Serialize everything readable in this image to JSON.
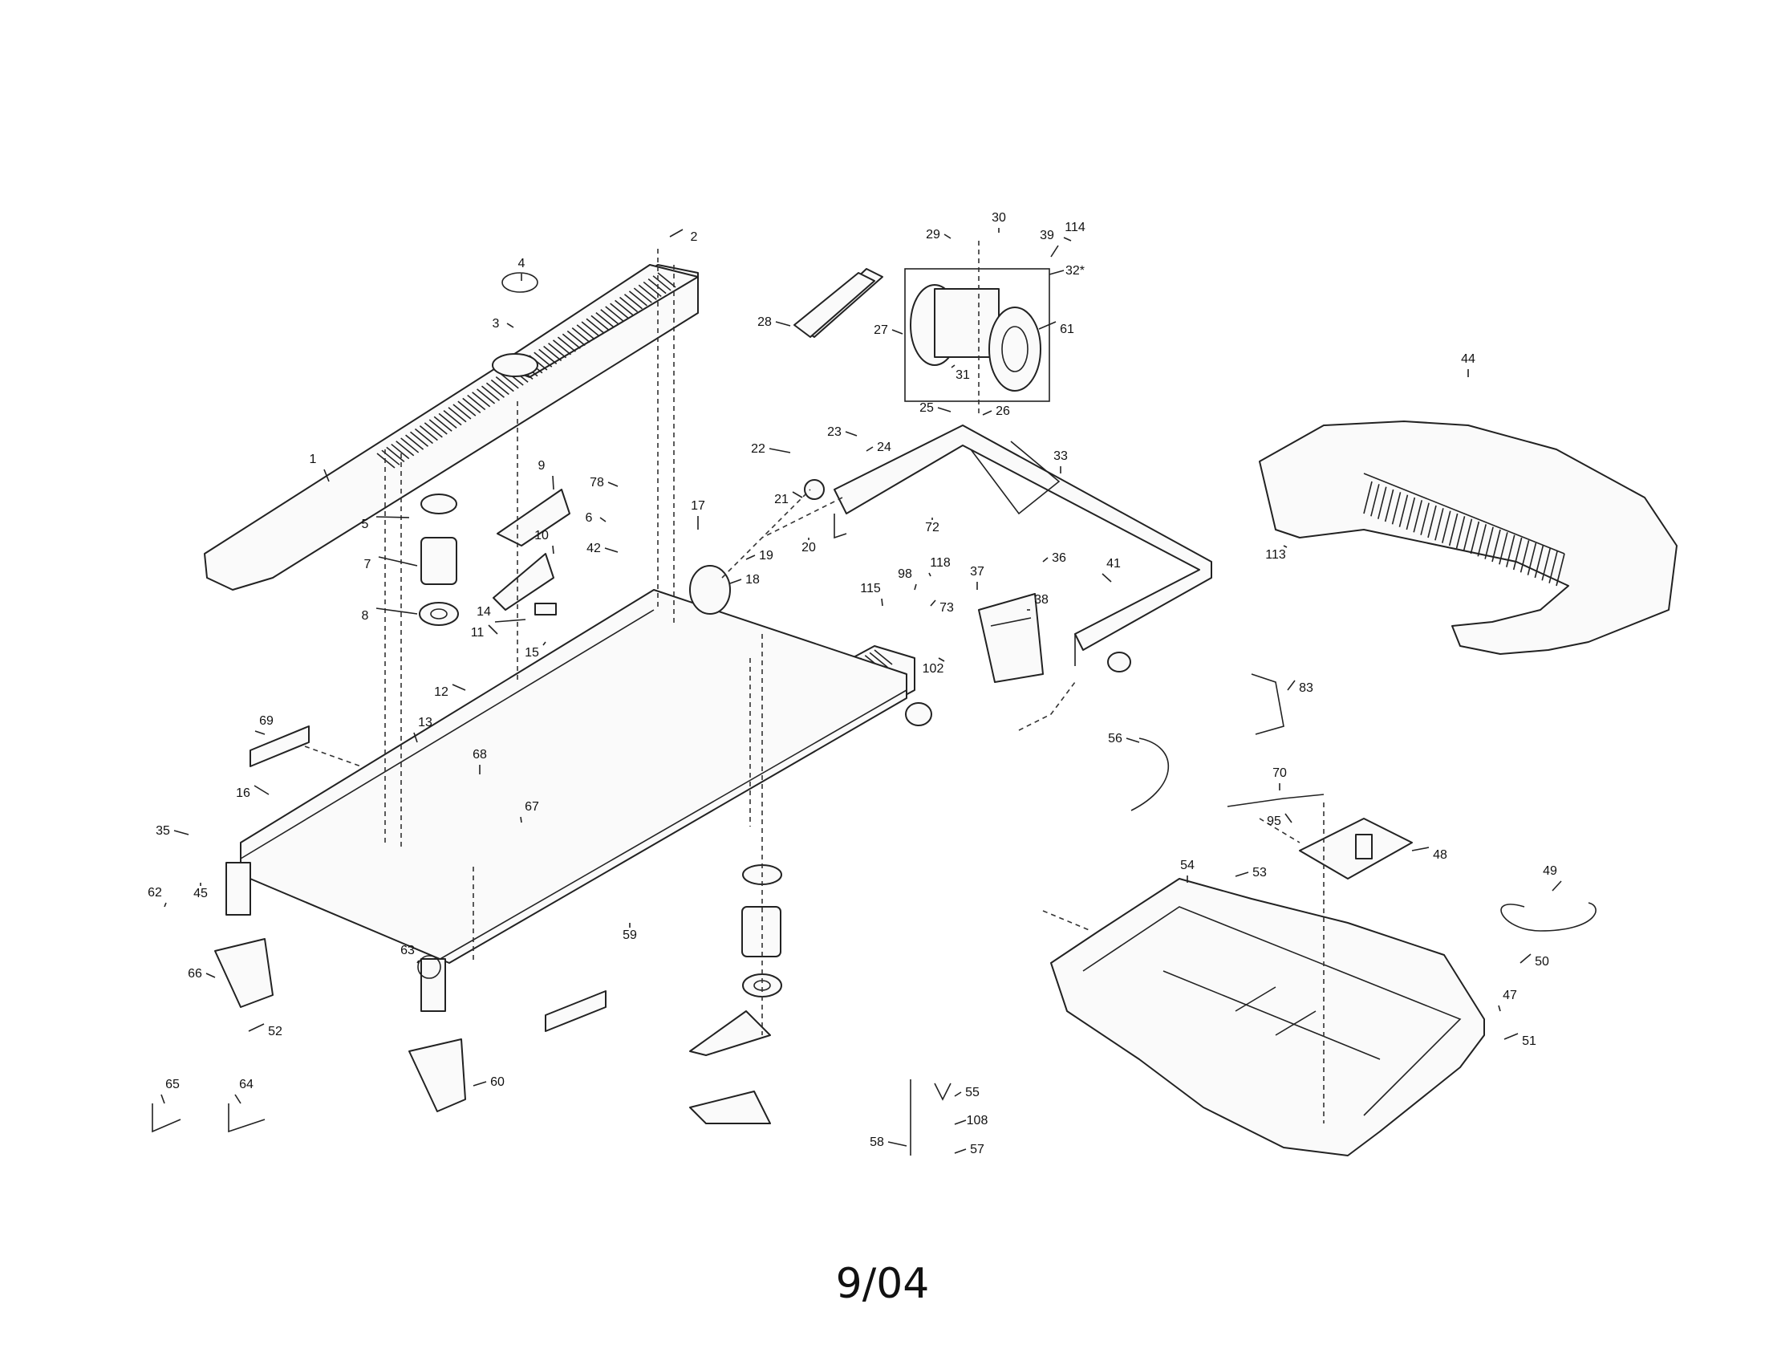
{
  "footer": {
    "date": "9/04"
  },
  "callouts": [
    "1",
    "2",
    "3",
    "4",
    "5",
    "6",
    "7",
    "8",
    "9",
    "10",
    "11",
    "12",
    "13",
    "14",
    "15",
    "16",
    "17",
    "18",
    "19",
    "20",
    "21",
    "22",
    "23",
    "24",
    "25",
    "26",
    "27",
    "28",
    "29",
    "30",
    "31",
    "32*",
    "33",
    "35",
    "36",
    "37",
    "38",
    "39",
    "41",
    "42",
    "44",
    "45",
    "47",
    "48",
    "49",
    "50",
    "51",
    "52",
    "53",
    "54",
    "55",
    "56",
    "57",
    "58",
    "59",
    "60",
    "61",
    "62",
    "63",
    "64",
    "65",
    "66",
    "67",
    "68",
    "69",
    "70",
    "72",
    "73",
    "78",
    "83",
    "95",
    "98",
    "102",
    "108",
    "113",
    "114",
    "115",
    "118"
  ],
  "colors": {
    "line": "#222222",
    "background": "#ffffff"
  }
}
